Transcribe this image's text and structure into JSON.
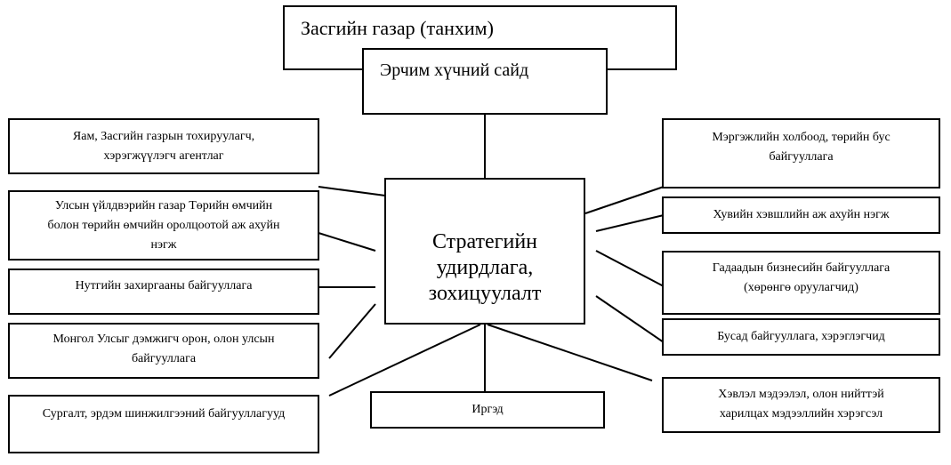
{
  "gov": {
    "label": "Засгийн газар (танхим)"
  },
  "minister": {
    "label": "Эрчим хүчний сайд"
  },
  "center": {
    "line1": "Стратегийн",
    "line2": "удирдлага,",
    "line3": "зохицуулалт"
  },
  "left": [
    {
      "line1": "Яам, Засгийн газрын тохируулагч,",
      "line2": "хэрэгжүүлэгч агентлаг"
    },
    {
      "line1": "Улсын үйлдвэрийн газар Төрийн өмчийн",
      "line2": "болон төрийн өмчийн оролцоотой аж ахуйн",
      "line3": "нэгж"
    },
    {
      "line1": "Нутгийн захиргааны байгууллага"
    },
    {
      "line1": "Монгол Улсыг дэмжигч орон, олон улсын",
      "line2": "байгууллага"
    },
    {
      "line1": "Сургалт, эрдэм шинжилгээний байгууллагууд"
    }
  ],
  "bottom": {
    "label": "Иргэд"
  },
  "right": [
    {
      "line1": "Мэргэжлийн холбоод, төрийн бус",
      "line2": "байгууллага"
    },
    {
      "line1": "Хувийн хэвшлийн аж ахуйн нэгж"
    },
    {
      "line1": "Гадаадын бизнесийн байгууллага",
      "line2": "(хөрөнгө оруулагчид)"
    },
    {
      "line1": "Бусад байгууллага,  хэрэглэгчид"
    },
    {
      "line1": "Хэвлэл мэдээлэл, олон нийттэй",
      "line2": "харилцах мэдээллийн хэрэгсэл"
    }
  ]
}
